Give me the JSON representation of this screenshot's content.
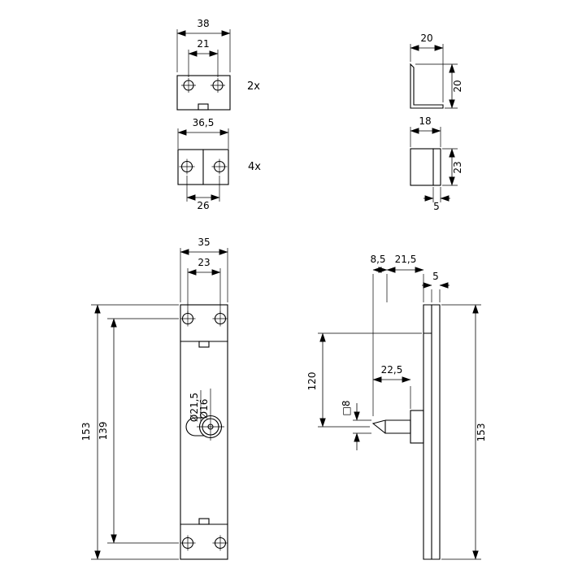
{
  "colors": {
    "line": "#000000",
    "background": "#ffffff"
  },
  "parts": {
    "strike_plate": {
      "qty": "2x",
      "width": "38",
      "hole_spacing": "21"
    },
    "guide_block": {
      "qty": "4x",
      "width": "36,5",
      "hole_spacing": "26"
    },
    "angle_bracket": {
      "width": "20",
      "height": "20"
    },
    "end_block": {
      "width": "18",
      "height": "23",
      "lip": "5"
    },
    "front_view": {
      "width": "35",
      "hole_spacing": "23",
      "height": "153",
      "hole_distance": "139",
      "knob_outer_dia": "Ø21,5",
      "knob_inner_dia": "Ø16"
    },
    "side_view": {
      "boss_depth": "8,5",
      "housing_depth": "21,5",
      "plate_thickness": "5",
      "spindle_length": "22,5",
      "spindle_square": "□8",
      "spindle_position": "120",
      "height": "153"
    }
  }
}
